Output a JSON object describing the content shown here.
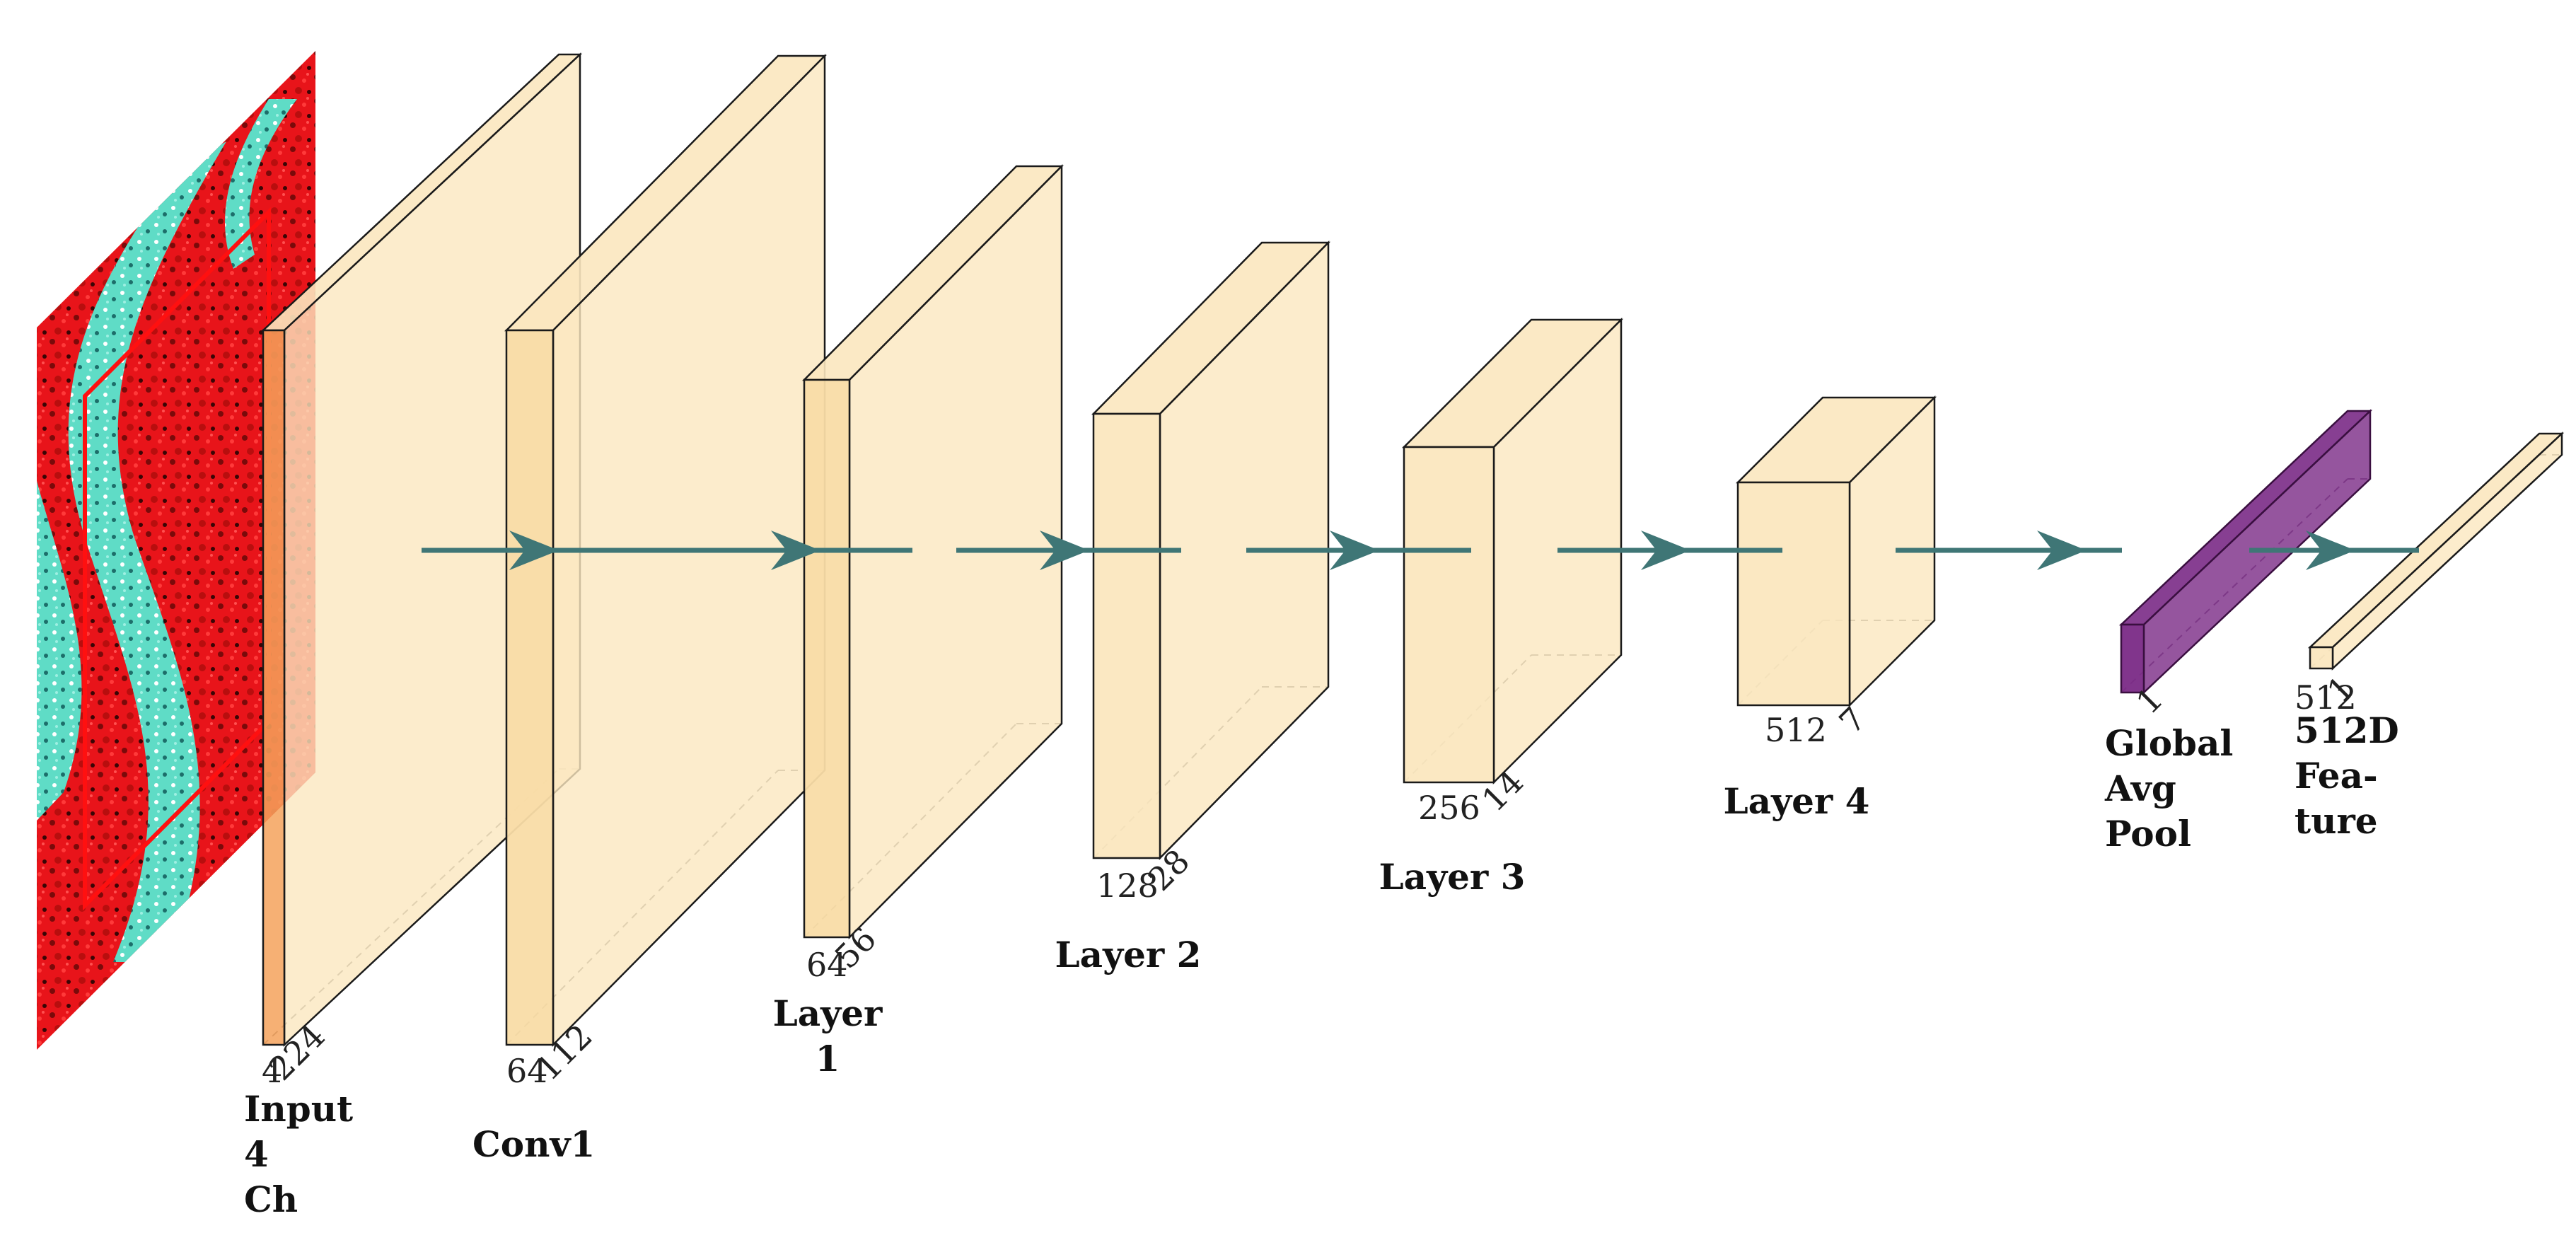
{
  "colors": {
    "block_fill": "#fbe7bf",
    "block_front": "#f9dca6",
    "block_stroke": "#1a1a1a",
    "pool_fill": "#7a2a86",
    "arrow": "#3f7676",
    "input_red": "#e8141a",
    "input_cyan": "#60dcc8"
  },
  "stages": [
    {
      "id": "input",
      "label_lines": [
        "Input",
        "4",
        "Ch"
      ],
      "dims": [
        "4",
        "224"
      ]
    },
    {
      "id": "conv1",
      "label_lines": [
        "Conv1"
      ],
      "dims": [
        "64",
        "112"
      ]
    },
    {
      "id": "layer1",
      "label_lines": [
        "Layer",
        "1"
      ],
      "dims": [
        "64",
        "56"
      ]
    },
    {
      "id": "layer2",
      "label_lines": [
        "Layer 2"
      ],
      "dims": [
        "128",
        "28"
      ]
    },
    {
      "id": "layer3",
      "label_lines": [
        "Layer 3"
      ],
      "dims": [
        "256",
        "14"
      ]
    },
    {
      "id": "layer4",
      "label_lines": [
        "Layer 4"
      ],
      "dims": [
        "512",
        "7"
      ]
    },
    {
      "id": "pool",
      "label_lines": [
        "Global",
        "Avg",
        "Pool"
      ],
      "dims": [
        "",
        "1"
      ]
    },
    {
      "id": "feature",
      "label_lines": [
        "512D",
        "Fea-",
        "ture"
      ],
      "dims": [
        "512",
        "1"
      ]
    }
  ]
}
